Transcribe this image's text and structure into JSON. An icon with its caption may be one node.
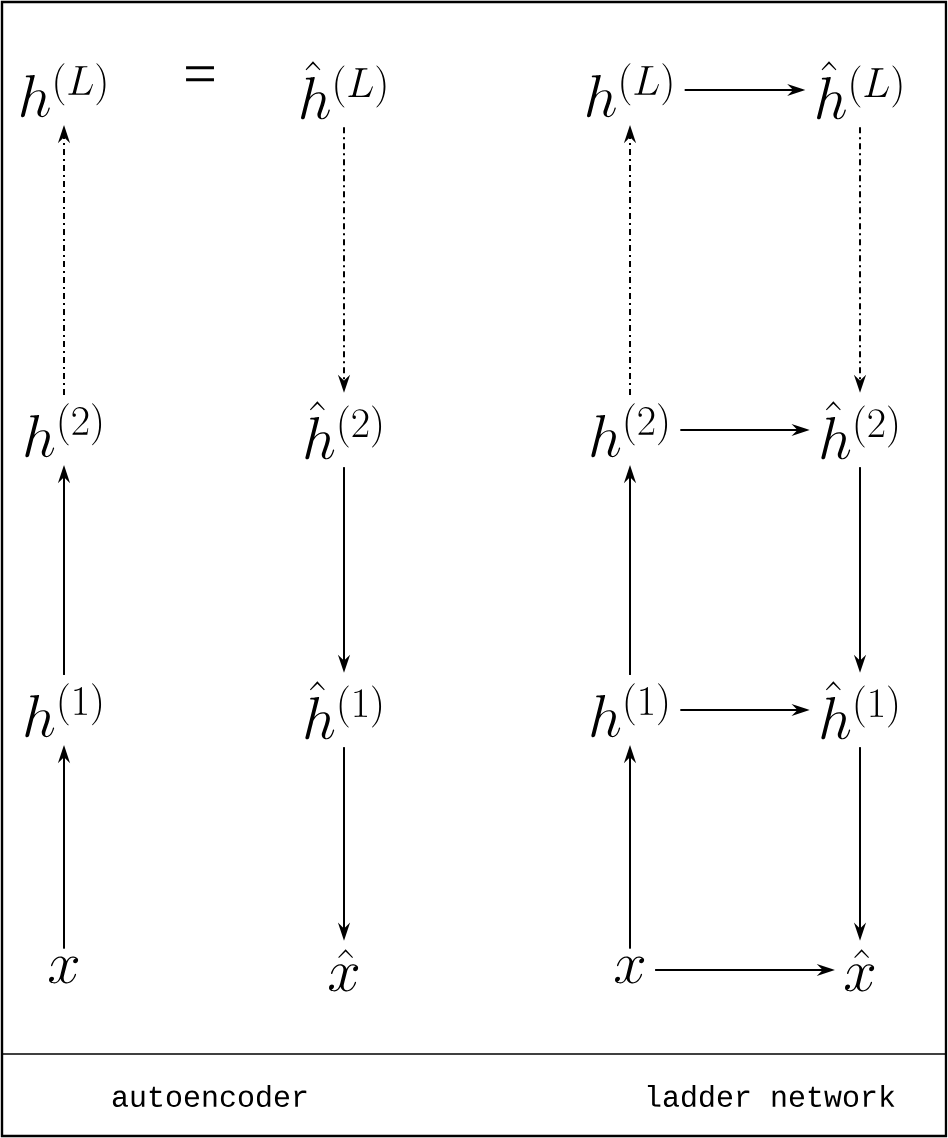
{
  "diagram": {
    "nodes": [
      {
        "text": [
          "h^{(L)}"
        ]
      },
      {
        "text": [
          "\\hat{h}^{(L)}"
        ]
      },
      {
        "text": [
          "h^{(2)}"
        ]
      },
      {
        "text": [
          "\\hat{h}^{(2)}"
        ]
      },
      {
        "text": [
          "h^{(1)}"
        ]
      },
      {
        "text": [
          "\\hat{h}^{(1)}"
        ]
      },
      {
        "text": [
          "x"
        ]
      },
      {
        "text": [
          "\\hat{x}"
        ]
      },
      {
        "text": [
          "h^{(L)}"
        ]
      },
      {
        "text": [
          "\\hat{h}^{(L)}"
        ]
      },
      {
        "text": [
          "h^{(2)}"
        ]
      },
      {
        "text": [
          "\\hat{h}^{(2)}"
        ]
      },
      {
        "text": [
          "h^{(1)}"
        ]
      },
      {
        "text": [
          "\\hat{h}^{(1)}"
        ]
      },
      {
        "text": [
          "x"
        ]
      },
      {
        "text": [
          "\\hat{x}"
        ]
      }
    ],
    "edges": [
      {
        "from": 6,
        "to": 4,
        "arrow": "to"
      },
      {
        "from": 4,
        "to": 2,
        "arrow": "to"
      },
      {
        "from": 2,
        "to": 0,
        "arrow": "to",
        "style": "dashed"
      },
      {
        "from": 1,
        "to": 3,
        "arrow": "to",
        "style": "dashed"
      },
      {
        "from": 3,
        "to": 5,
        "arrow": "to"
      },
      {
        "from": 5,
        "to": 7,
        "arrow": "to"
      },
      {
        "from": 14,
        "to": 12,
        "arrow": "to"
      },
      {
        "from": 12,
        "to": 10,
        "arrow": "to"
      },
      {
        "from": 10,
        "to": 8,
        "arrow": "to",
        "style": "dashed"
      },
      {
        "from": 9,
        "to": 11,
        "arrow": "to",
        "style": "dashed"
      },
      {
        "from": 11,
        "to": 13,
        "arrow": "to"
      },
      {
        "from": 13,
        "to": 15,
        "arrow": "to"
      },
      {
        "from": 8,
        "to": 9,
        "arrow": "to"
      },
      {
        "from": 10,
        "to": 11,
        "arrow": "to"
      },
      {
        "from": 12,
        "to": 13,
        "arrow": "to"
      },
      {
        "from": 14,
        "to": 15,
        "arrow": "to"
      }
    ],
    "labels": [
      "=",
      "autoencoder",
      "ladder network"
    ]
  }
}
